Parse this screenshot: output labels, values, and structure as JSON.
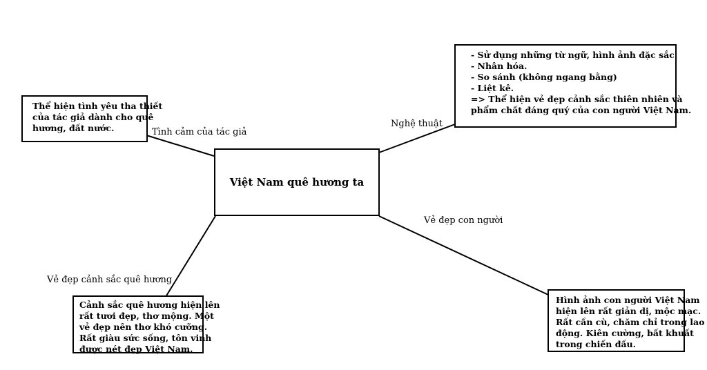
{
  "center": {
    "title": "Việt Nam quê hương ta"
  },
  "branches": {
    "top_left": {
      "label": "Tình cảm của tác giả",
      "lines": [
        "Thể hiện tình yêu tha thiết",
        "của tác giả dành cho quê",
        "hương, đất nước."
      ]
    },
    "top_right": {
      "label": "Nghệ thuật",
      "lines": [
        "- Sử dụng những từ ngữ, hình ảnh đặc sắc.",
        "- Nhân hóa.",
        "- So sánh (không ngang bằng)",
        "- Liệt kê.",
        "=> Thể hiện vẻ đẹp cảnh sắc thiên nhiên và",
        "phẩm chất đáng quý của con người Việt Nam."
      ]
    },
    "bottom_left": {
      "label": "Vẻ đẹp cảnh sắc quê hương",
      "lines": [
        "Cảnh sắc quê hương hiện lên",
        "rất tươi đẹp, thơ mộng. Một",
        "vẻ đẹp nên thơ khó cưỡng.",
        "Rất giàu sức sống, tôn vinh",
        "được nét đẹp Việt Nam."
      ]
    },
    "bottom_right": {
      "label": "Vẻ đẹp con người",
      "lines": [
        "Hình ảnh con người Việt Nam",
        "hiện lên rất giản dị, mộc mạc.",
        "Rất cần cù, chăm chỉ trong lao",
        "động. Kiên cường, bất khuất",
        "trong chiến đấu."
      ]
    }
  }
}
